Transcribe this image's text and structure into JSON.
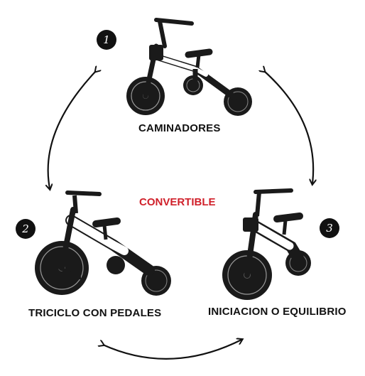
{
  "steps": [
    {
      "number": "1",
      "label": "CAMINADORES"
    },
    {
      "number": "2",
      "label": "TRICICLO CON PEDALES"
    },
    {
      "number": "3",
      "label": "INICIACION O EQUILIBRIO"
    }
  ],
  "center_label": "CONVERTIBLE",
  "colors": {
    "accent": "#d0202a",
    "text": "#111111",
    "frame": "#ffffff",
    "tire": "#1a1a1a",
    "arrow": "#111111"
  }
}
